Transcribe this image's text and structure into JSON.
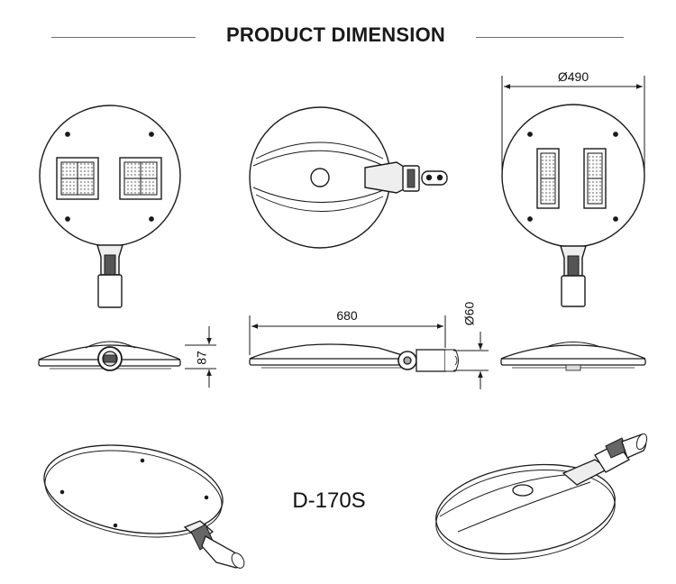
{
  "header": {
    "title": "PRODUCT DIMENSION",
    "rule_color": "#8a6a3c"
  },
  "dimensions": {
    "diameter": "Ø490",
    "length": "680",
    "pole_diameter": "Ø60",
    "height": "87"
  },
  "model": {
    "name": "D-170S"
  },
  "colors": {
    "line": "#1a1a1a",
    "fill_light": "#f7f7f7"
  }
}
